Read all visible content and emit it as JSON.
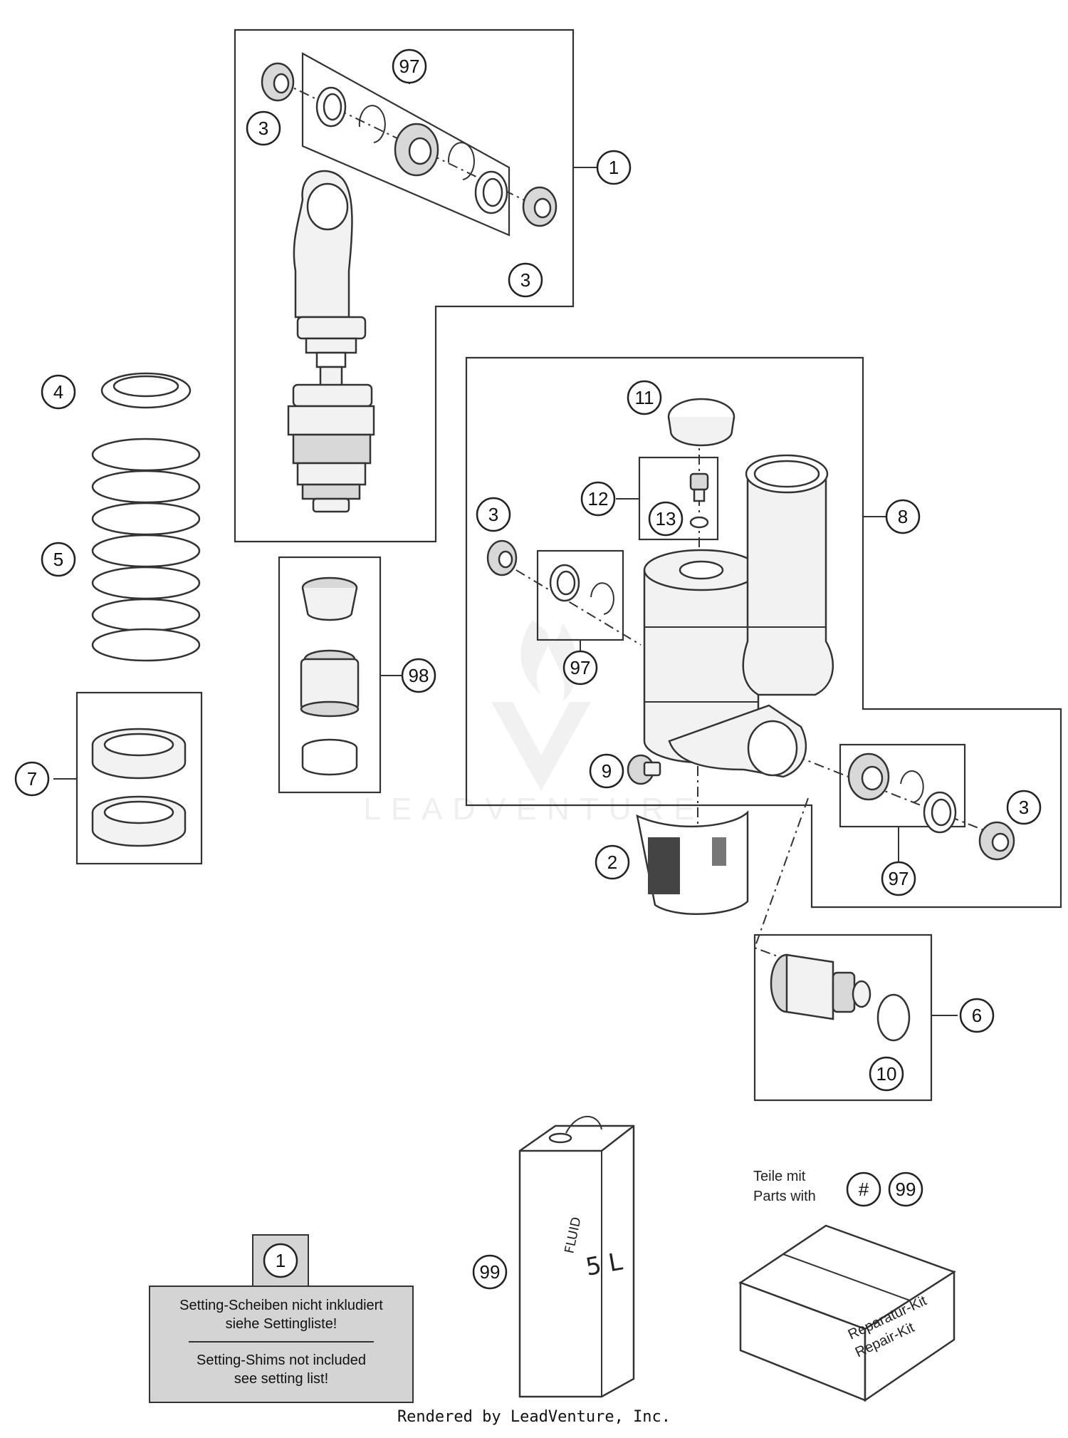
{
  "callouts": [
    {
      "id": "c97a",
      "label": "97"
    },
    {
      "id": "c3a",
      "label": "3"
    },
    {
      "id": "c1",
      "label": "1"
    },
    {
      "id": "c3b",
      "label": "3"
    },
    {
      "id": "c4",
      "label": "4"
    },
    {
      "id": "c5",
      "label": "5"
    },
    {
      "id": "c7",
      "label": "7"
    },
    {
      "id": "c98",
      "label": "98"
    },
    {
      "id": "c11",
      "label": "11"
    },
    {
      "id": "c12",
      "label": "12"
    },
    {
      "id": "c13",
      "label": "13"
    },
    {
      "id": "c8",
      "label": "8"
    },
    {
      "id": "c3c",
      "label": "3"
    },
    {
      "id": "c97b",
      "label": "97"
    },
    {
      "id": "c9",
      "label": "9"
    },
    {
      "id": "c2",
      "label": "2"
    },
    {
      "id": "c3d",
      "label": "3"
    },
    {
      "id": "c97c",
      "label": "97"
    },
    {
      "id": "c6",
      "label": "6"
    },
    {
      "id": "c10",
      "label": "10"
    },
    {
      "id": "c99a",
      "label": "99"
    },
    {
      "id": "c99b",
      "label": "99"
    },
    {
      "id": "c1note",
      "label": "1"
    }
  ],
  "note": {
    "de_line1": "Setting-Scheiben nicht inkludiert",
    "de_line2": "siehe Settingliste!",
    "en_line1": "Setting-Shims not included",
    "en_line2": "see setting list!"
  },
  "parts_with": {
    "line1": "Teile mit",
    "line2": "Parts with",
    "hash": "#"
  },
  "fluid_can": {
    "word": "FLUID",
    "volume": "5 L"
  },
  "repair_kit": {
    "line1": "Reparatur-Kit",
    "line2": "Repair-Kit"
  },
  "watermark": "LEADVENTURE",
  "footer": "Rendered by LeadVenture, Inc."
}
